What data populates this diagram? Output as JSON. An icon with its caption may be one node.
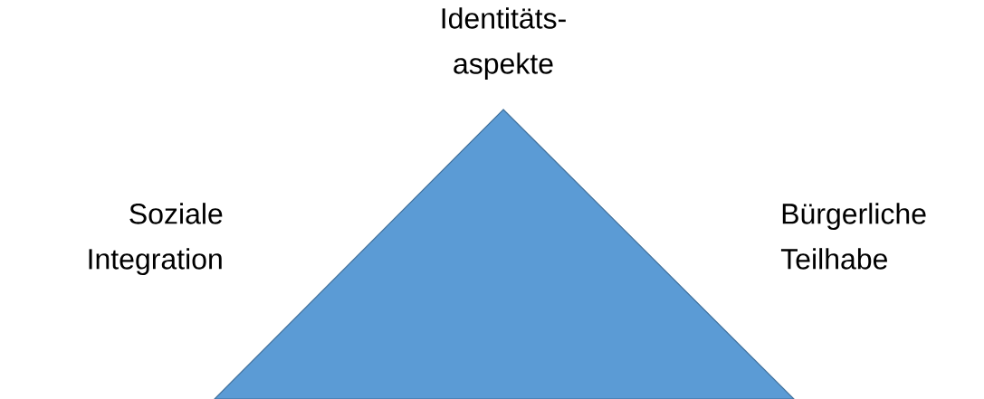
{
  "diagram": {
    "nodes": [
      {
        "text": [],
        "shape": "triangle"
      }
    ],
    "labels": [
      "Identitäts- aspekte",
      "Soziale Integration",
      "Bürgerliche Teilhabe"
    ]
  }
}
